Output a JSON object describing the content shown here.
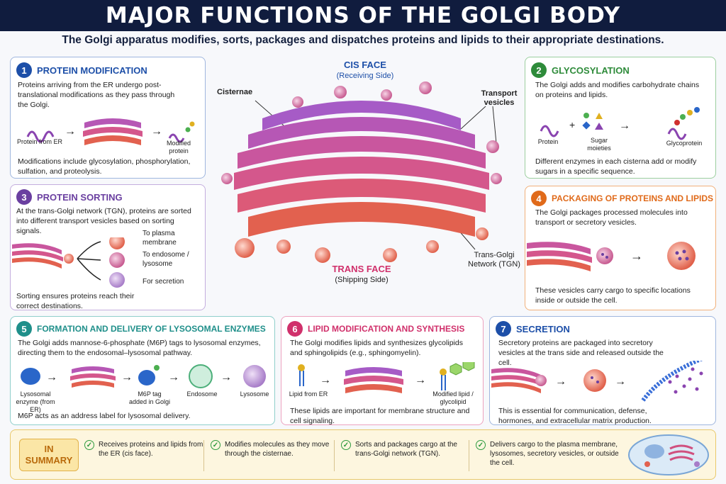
{
  "title": "MAJOR FUNCTIONS OF THE GOLGI BODY",
  "subtitle": "The Golgi apparatus modifies, sorts, packages and dispatches proteins and lipids to their appropriate destinations.",
  "center": {
    "cis_face": "CIS FACE",
    "cis_sub": "(Receiving Side)",
    "trans_face": "TRANS FACE",
    "trans_sub": "(Shipping Side)",
    "cisternae": "Cisternae",
    "transport_vesicles": "Transport vesicles",
    "tgn": "Trans-Golgi Network (TGN)"
  },
  "cards": {
    "c1": {
      "num": "1",
      "title": "PROTEIN MODIFICATION",
      "text": "Proteins arriving from the ER undergo post-translational modifications as they pass through the Golgi.",
      "from": "Protein from ER",
      "to": "Modified protein",
      "note": "Modifications include glycosylation, phosphorylation, sulfation, and proteolysis.",
      "color": "#1d4fa8"
    },
    "c2": {
      "num": "2",
      "title": "GLYCOSYLATION",
      "text": "The Golgi adds and modifies carbohydrate chains on proteins and lipids.",
      "protein": "Protein",
      "sugar": "Sugar moieties",
      "glyco": "Glycoprotein",
      "note": "Different enzymes in each cisterna add or modify sugars in a specific sequence.",
      "color": "#2e8b3a"
    },
    "c3": {
      "num": "3",
      "title": "PROTEIN SORTING",
      "text": "At the trans-Golgi network (TGN), proteins are sorted into different transport vesicles based on sorting signals.",
      "d1": "To plasma membrane",
      "d2": "To endosome / lysosome",
      "d3": "For secretion",
      "note": "Sorting ensures proteins reach their correct destinations.",
      "color": "#6a3fa0"
    },
    "c4": {
      "num": "4",
      "title": "PACKAGING OF PROTEINS AND LIPIDS",
      "text": "The Golgi packages processed molecules into transport or secretory vesicles.",
      "note": "These vesicles carry cargo to specific locations inside or outside the cell.",
      "color": "#e06a1a"
    },
    "c5": {
      "num": "5",
      "title": "FORMATION AND DELIVERY OF LYSOSOMAL ENZYMES",
      "text": "The Golgi adds mannose-6-phosphate (M6P) tags to lysosomal enzymes, directing them to the endosomal–lysosomal pathway.",
      "l1": "Lysosomal enzyme (from ER)",
      "l2": "M6P tag added in Golgi",
      "l3": "Endosome",
      "l4": "Lysosome",
      "note": "M6P acts as an address label for lysosomal delivery.",
      "color": "#1f8f8a"
    },
    "c6": {
      "num": "6",
      "title": "LIPID MODIFICATION AND SYNTHESIS",
      "text": "The Golgi modifies lipids and synthesizes glycolipids and sphingolipids (e.g., sphingomyelin).",
      "l1": "Lipid from ER",
      "l2": "Modified lipid / glycolipid",
      "note": "These lipids are important for membrane structure and cell signaling.",
      "color": "#d0306b"
    },
    "c7": {
      "num": "7",
      "title": "SECRETION",
      "text": "Secretory proteins are packaged into secretory vesicles at the trans side and released outside the cell.",
      "note": "This is essential for communication, defense, hormones, and extracellular matrix production.",
      "color": "#1d4fa8"
    }
  },
  "summary": {
    "badge": "IN SUMMARY",
    "items": [
      "Receives proteins and lipids from the ER (cis face).",
      "Modifies molecules as they move through the cisternae.",
      "Sorts and packages cargo at the trans-Golgi network (TGN).",
      "Delivers cargo to the plasma membrane, lysosomes, secretory vesicles, or outside the cell."
    ]
  }
}
